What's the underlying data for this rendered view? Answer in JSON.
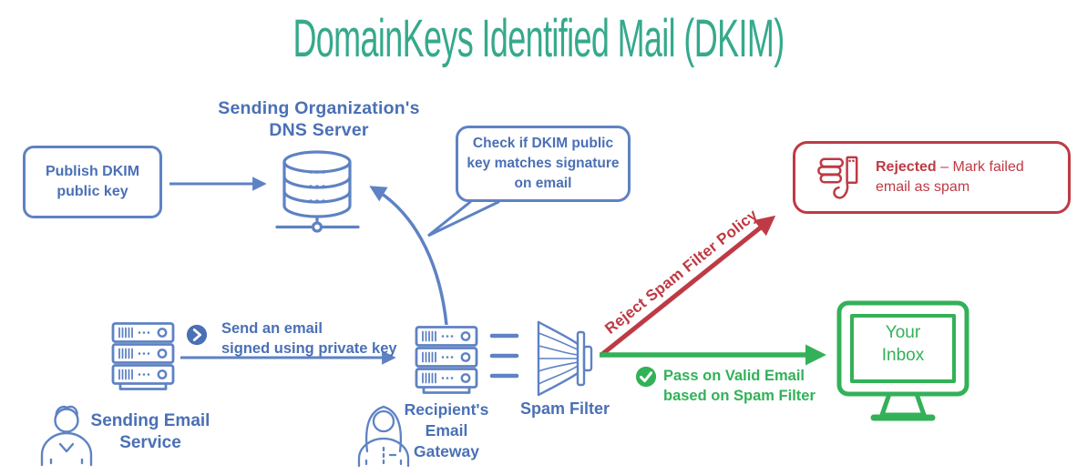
{
  "title": "DomainKeys Identified Mail (DKIM)",
  "colors": {
    "teal": "#35A98C",
    "blue_stroke": "#5E82C3",
    "blue_text": "#4A70B5",
    "red": "#BE3A44",
    "green": "#33B158"
  },
  "labels": {
    "dns_server": "Sending Organization's\nDNS Server",
    "publish_key": "Publish DKIM\npublic key",
    "check_bubble": "Check if DKIM public\nkey matches signature\non email",
    "rejected_bold": "Rejected",
    "rejected_text": "– Mark failed email as spam",
    "send_email": "Send an email\nsigned using private key",
    "sending_service": "Sending Email\nService",
    "recipient_gateway": "Recipient's\nEmail\nGateway",
    "spam_filter": "Spam Filter",
    "reject_policy": "Reject Spam Filter Policy",
    "pass_valid": "Pass on Valid Email\nbased on Spam Filter",
    "your_inbox": "Your\nInbox"
  },
  "icons": {
    "dns": "database-icon",
    "sending_server": "server-stack-icon",
    "recipient_server": "server-stack-icon",
    "sender_person": "person-man-icon",
    "recipient_person": "person-woman-icon",
    "spam_filter": "funnel-filter-icon",
    "send": "chevron-circle-icon",
    "pass": "check-circle-icon",
    "rejected": "thumbs-down-icon",
    "inbox": "monitor-icon"
  }
}
